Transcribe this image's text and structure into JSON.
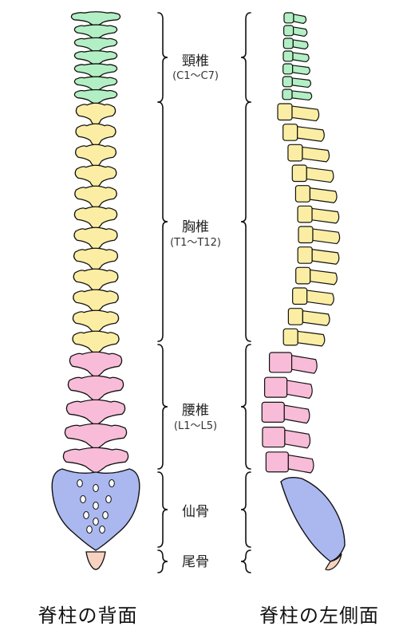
{
  "regions": [
    {
      "name": "頸椎",
      "range": "(C1〜C7)",
      "count": 7,
      "color": "#b3efc4"
    },
    {
      "name": "胸椎",
      "range": "(T1〜T12)",
      "count": 12,
      "color": "#fbeea4"
    },
    {
      "name": "腰椎",
      "range": "(L1〜L5)",
      "count": 5,
      "color": "#f8bcd8"
    },
    {
      "name": "仙骨",
      "range": "",
      "color": "#aab8ef"
    },
    {
      "name": "尾骨",
      "range": "",
      "color": "#f8d2c0"
    }
  ],
  "captions": {
    "back": "脊柱の背面",
    "side": "脊柱の左側面"
  },
  "outline_color": "#111111"
}
